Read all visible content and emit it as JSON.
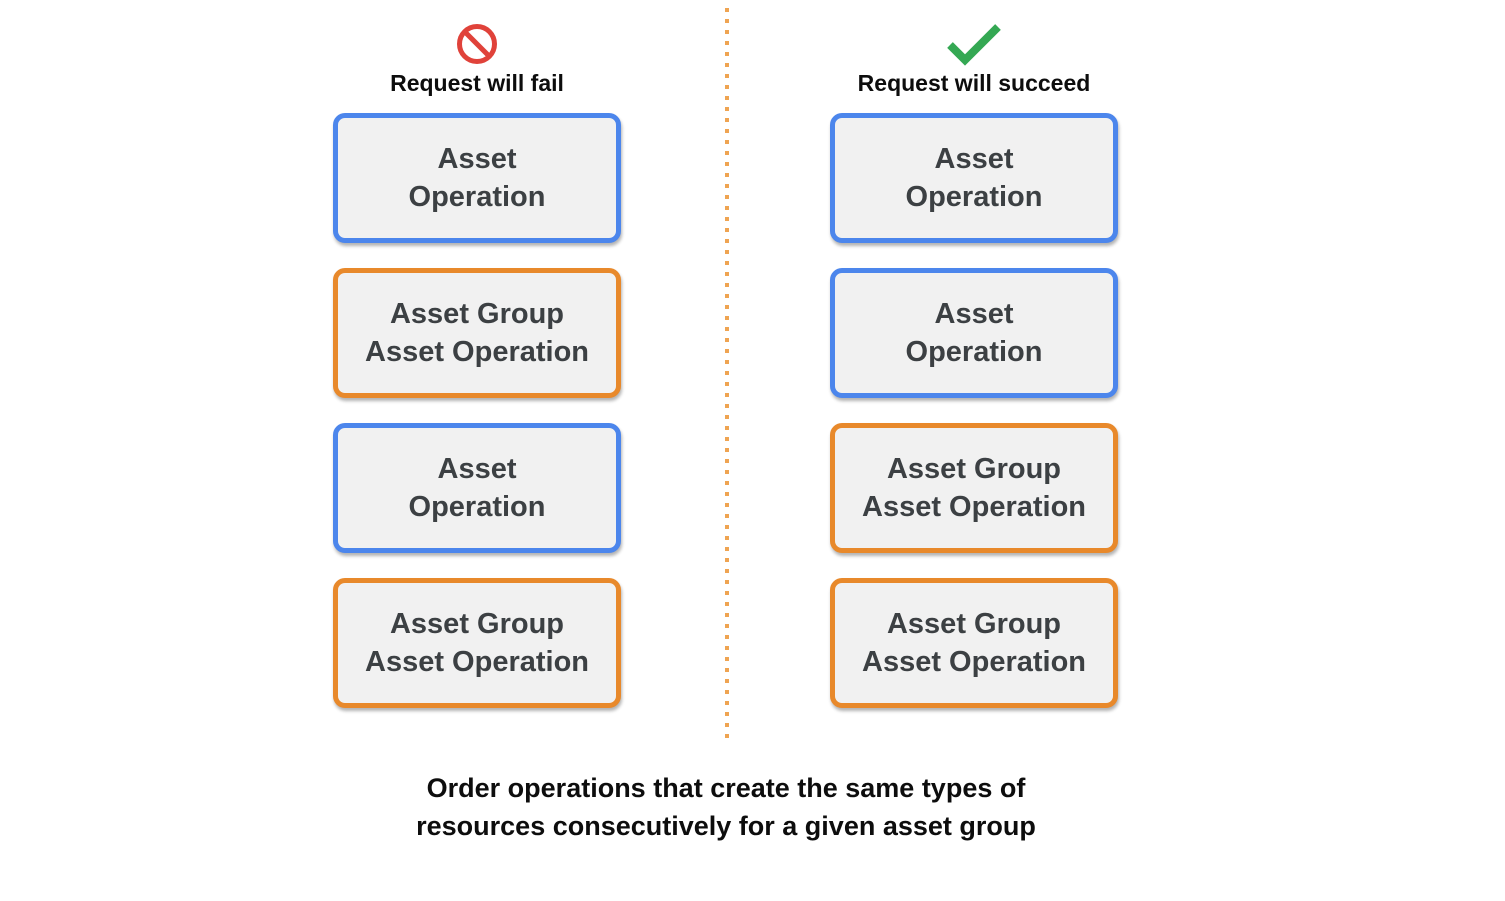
{
  "colors": {
    "blue_border": "#4c86ec",
    "orange_border": "#e8892b",
    "box_background": "#f1f1f1",
    "box_text": "#3c4043",
    "fail_icon_red": "#e0423a",
    "success_icon_green": "#34a853",
    "divider_dotted_orange": "#efa452",
    "heading_text": "#0d0d0d"
  },
  "fail_column": {
    "icon": "prohibition-icon",
    "label": "Request will fail",
    "boxes": [
      {
        "color": "blue",
        "text": "Asset\nOperation"
      },
      {
        "color": "orange",
        "text": "Asset Group\nAsset Operation"
      },
      {
        "color": "blue",
        "text": "Asset\nOperation"
      },
      {
        "color": "orange",
        "text": "Asset Group\nAsset Operation"
      }
    ]
  },
  "succeed_column": {
    "icon": "checkmark-icon",
    "label": "Request will succeed",
    "boxes": [
      {
        "color": "blue",
        "text": "Asset\nOperation"
      },
      {
        "color": "blue",
        "text": "Asset\nOperation"
      },
      {
        "color": "orange",
        "text": "Asset Group\nAsset Operation"
      },
      {
        "color": "orange",
        "text": "Asset Group\nAsset Operation"
      }
    ]
  },
  "caption": "Order operations that create the same types of\nresources consecutively for a given asset group"
}
